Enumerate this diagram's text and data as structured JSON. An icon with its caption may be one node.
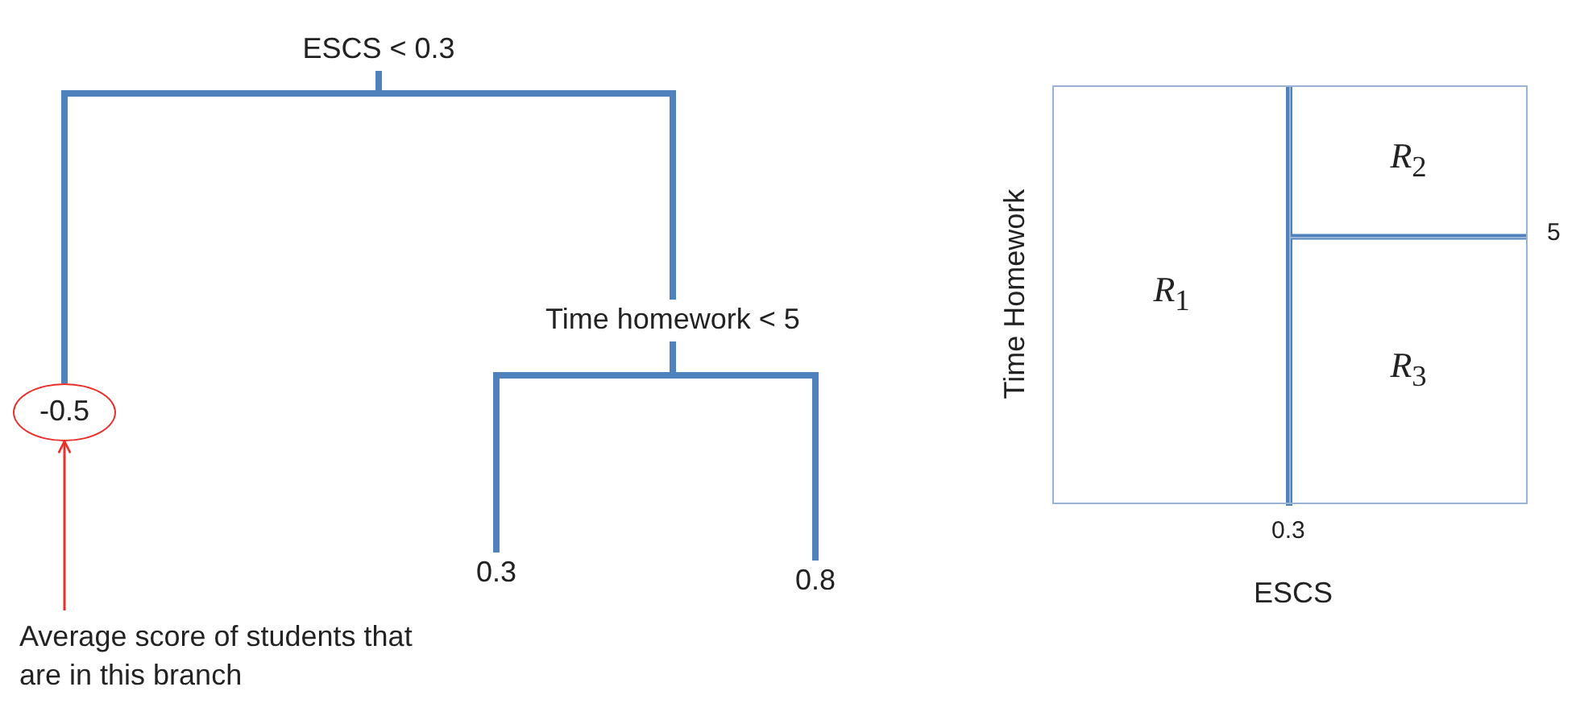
{
  "diagram": {
    "nodes": [
      {
        "text": [
          "ESCS < 0.3"
        ]
      },
      {
        "text": [
          "-0.5"
        ]
      },
      {
        "text": [
          "Time homework < 5"
        ]
      },
      {
        "text": [
          "0.3"
        ]
      },
      {
        "text": [
          "0.8"
        ]
      },
      {
        "text": [
          "Average score of students that are in this branch"
        ]
      },
      {
        "text": [
          "*R*$_{1}$"
        ]
      },
      {
        "text": [
          "*R*$_{2}$"
        ]
      },
      {
        "text": [
          "*R*$_{3}$"
        ]
      }
    ],
    "edges": [
      {
        "from": 0,
        "to": 1,
        "arrow": "none"
      },
      {
        "from": 0,
        "to": 2,
        "arrow": "none"
      },
      {
        "from": 2,
        "to": 3,
        "arrow": "none"
      },
      {
        "from": 2,
        "to": 4,
        "arrow": "none"
      },
      {
        "from": 5,
        "to": 1,
        "arrow": "to",
        "color": "#e8302c"
      }
    ],
    "labels": [
      "Time Homework",
      "5",
      "0.3",
      "ESCS"
    ]
  }
}
